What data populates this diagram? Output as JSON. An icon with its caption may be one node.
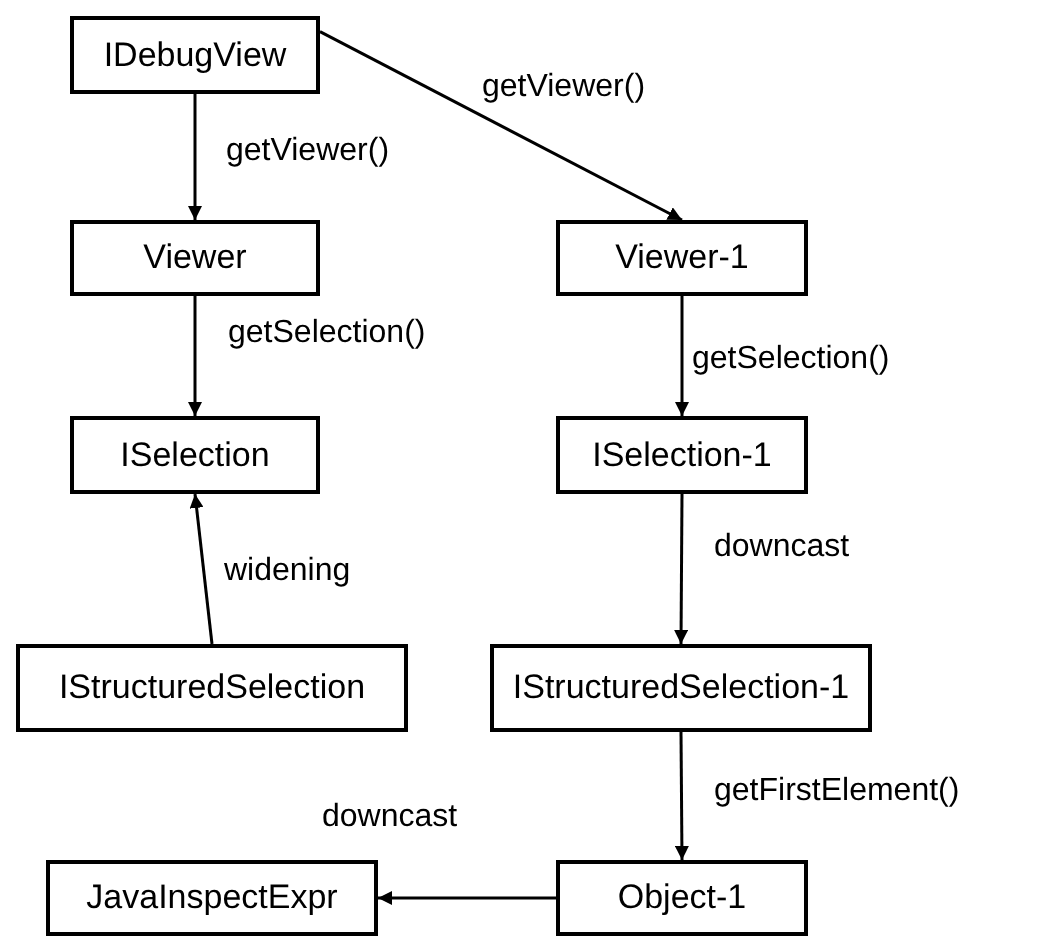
{
  "diagram": {
    "nodes": [
      {
        "text": [
          "IDebugView"
        ]
      },
      {
        "text": [
          "Viewer"
        ]
      },
      {
        "text": [
          "ISelection"
        ]
      },
      {
        "text": [
          "IStructuredSelection"
        ]
      },
      {
        "text": [
          "Viewer-1"
        ]
      },
      {
        "text": [
          "ISelection-1"
        ]
      },
      {
        "text": [
          "IStructuredSelection-1"
        ]
      },
      {
        "text": [
          "Object-1"
        ]
      },
      {
        "text": [
          "JavaInspectExpr"
        ]
      }
    ],
    "edges": [
      {
        "from": 0,
        "to": 1,
        "arrow": "to",
        "label": "getViewer()"
      },
      {
        "from": 0,
        "to": 4,
        "arrow": "to",
        "label": "getViewer()"
      },
      {
        "from": 1,
        "to": 2,
        "arrow": "to",
        "label": "getSelection()"
      },
      {
        "from": 3,
        "to": 2,
        "arrow": "to",
        "label": "widening"
      },
      {
        "from": 4,
        "to": 5,
        "arrow": "to",
        "label": "getSelection()"
      },
      {
        "from": 5,
        "to": 6,
        "arrow": "to",
        "label": "downcast"
      },
      {
        "from": 6,
        "to": 7,
        "arrow": "to",
        "label": "getFirstElement()"
      },
      {
        "from": 7,
        "to": 8,
        "arrow": "to",
        "label": "downcast"
      }
    ]
  }
}
